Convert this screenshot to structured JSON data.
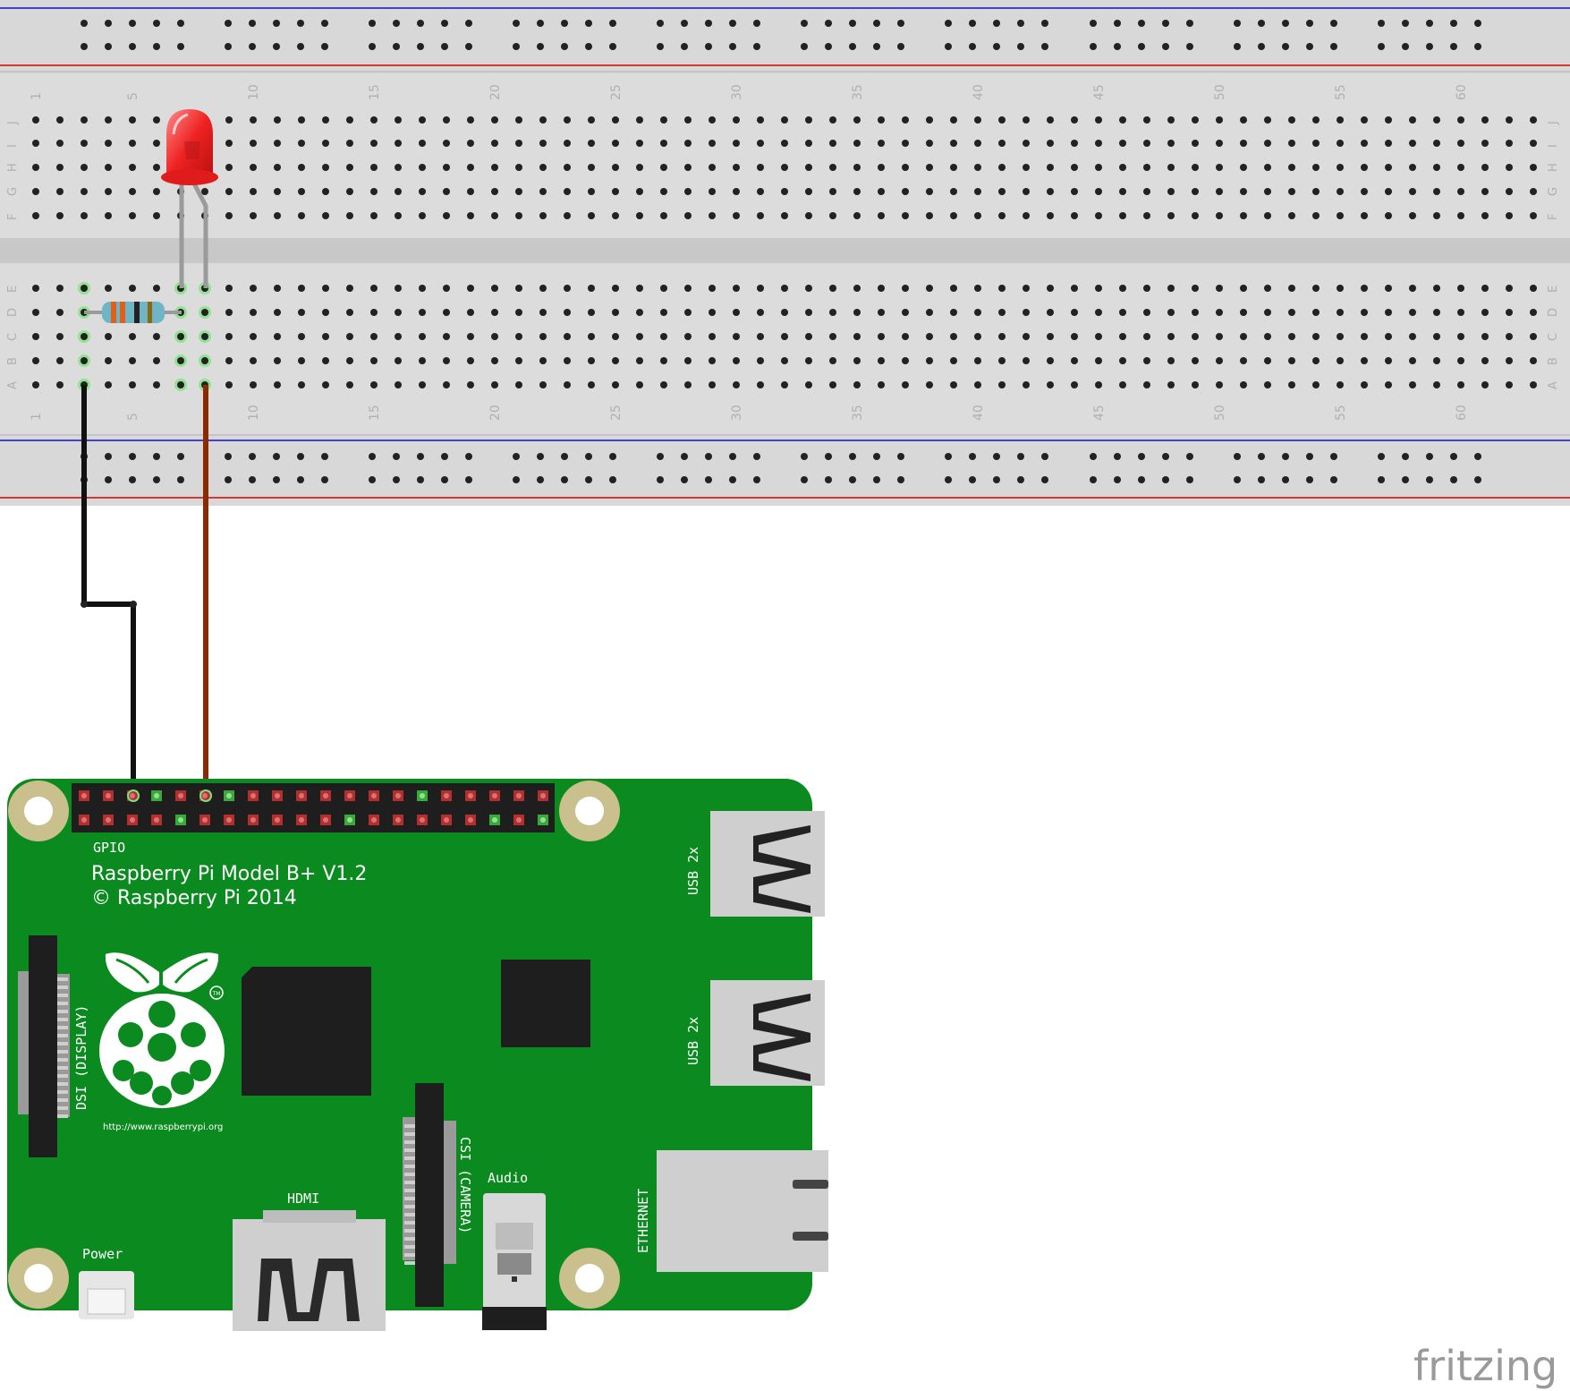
{
  "breadboard": {
    "top_numbers": [
      "1",
      "5",
      "10",
      "15",
      "20",
      "25",
      "30",
      "35",
      "40",
      "45",
      "50",
      "55",
      "60"
    ],
    "bottom_numbers": [
      "1",
      "5",
      "10",
      "15",
      "20",
      "25",
      "30",
      "35",
      "40",
      "45",
      "50",
      "55",
      "60"
    ],
    "rows_top": [
      "J",
      "I",
      "H",
      "G",
      "F"
    ],
    "rows_bottom": [
      "E",
      "D",
      "C",
      "B",
      "A"
    ],
    "columns": 63
  },
  "pi": {
    "gpio_label": "GPIO",
    "model": "Raspberry Pi Model B+ V1.2",
    "copyright": "© Raspberry Pi 2014",
    "url": "http://www.raspberrypi.org",
    "tm": "TM",
    "dsi_label": "DSI (DISPLAY)",
    "csi_label": "CSI (CAMERA)",
    "hdmi_label": "HDMI",
    "audio_label": "Audio",
    "power_label": "Power",
    "usb_label_1": "USB 2x",
    "usb_label_2": "USB 2x",
    "ethernet_label": "ETHERNET"
  },
  "colors": {
    "board_green": "#0a8a1f",
    "breadboard": "#dcdcdc",
    "rail_red": "#d40000",
    "rail_blue": "#1010c8",
    "led_red": "#ee2222",
    "wire_black": "#111111",
    "wire_brown": "#8b2a00",
    "mounting": "#c9c08e"
  },
  "logo_text": "fritzing"
}
